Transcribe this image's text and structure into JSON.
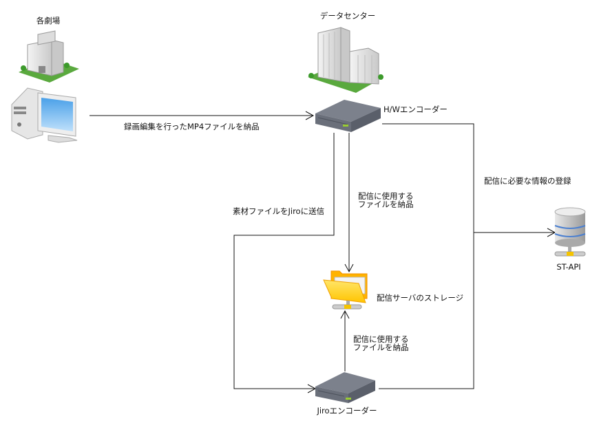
{
  "nodes": {
    "theater": {
      "label": "各劇場"
    },
    "datacenter": {
      "label": "データセンター"
    },
    "hw_encoder": {
      "label": "H/Wエンコーダー"
    },
    "storage": {
      "label": "配信サーバのストレージ"
    },
    "st_api": {
      "label": "ST-API"
    },
    "jiro_encoder": {
      "label": "Jiroエンコーダー"
    }
  },
  "edges": {
    "pc_to_hw": {
      "label": "録画編集を行ったMP4ファイルを納品"
    },
    "hw_to_storage": {
      "label_line1": "配信に使用する",
      "label_line2": "ファイルを納品"
    },
    "hw_to_jiro": {
      "label": "素材ファイルをJiroに送信"
    },
    "jiro_to_storage": {
      "label_line1": "配信に使用する",
      "label_line2": "ファイルを納品"
    },
    "to_st_api": {
      "label": "配信に必要な情報の登録"
    }
  }
}
